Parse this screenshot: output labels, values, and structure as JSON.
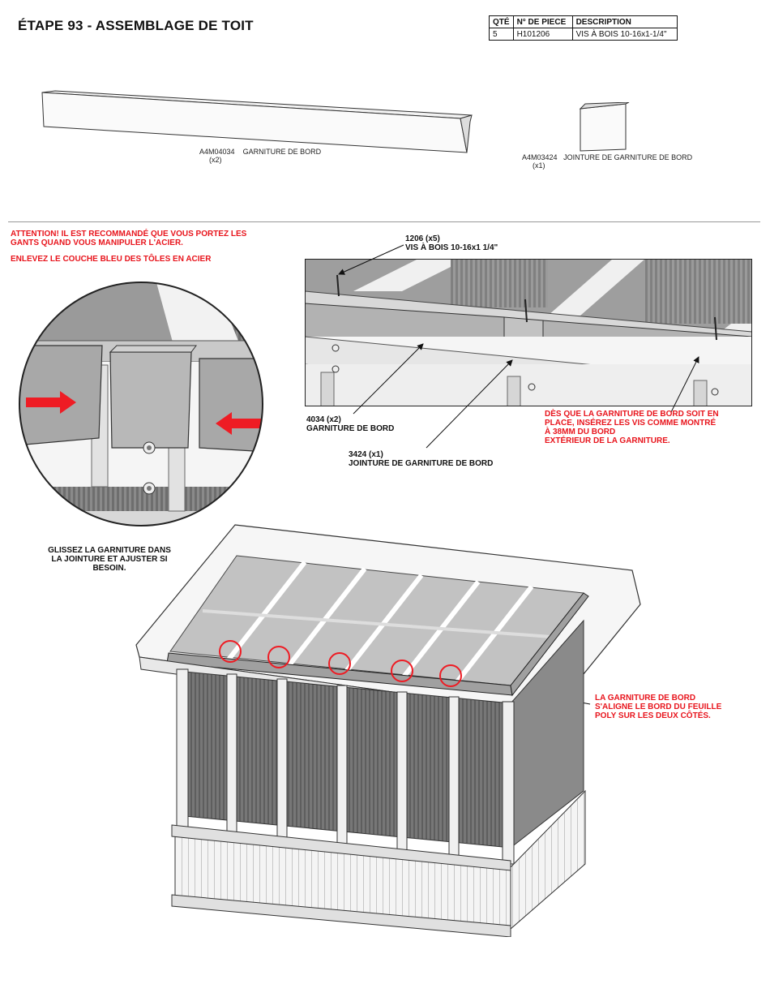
{
  "header": {
    "title": "ÉTAPE 93 - ASSEMBLAGE DE TOIT"
  },
  "parts_table": {
    "columns": [
      "QTÉ",
      "N° DE PIECE",
      "DESCRIPTION"
    ],
    "rows": [
      {
        "qty": "5",
        "part": "H101206",
        "desc": "VIS À BOIS 10-16x1-1/4\""
      }
    ]
  },
  "parts": {
    "trim": {
      "code": "A4M04034",
      "qty": "(x2)",
      "name": "GARNITURE DE BORD"
    },
    "joint": {
      "code": "A4M03424",
      "qty": "(x1)",
      "name": "JOINTURE DE GARNITURE DE BORD"
    }
  },
  "warnings": {
    "gloves_line1": "ATTENTION! IL EST RECOMMANDÉ QUE VOUS PORTEZ LES",
    "gloves_line2": "GANTS QUAND VOUS MANIPULER L'ACIER.",
    "film": "ENLEVEZ LE COUCHE BLEU DES TÔLES EN ACIER"
  },
  "callouts": {
    "screw_code": "1206 (x5)",
    "screw_name": "VIS À BOIS 10-16x1 1/4\"",
    "trim_code": "4034 (x2)",
    "trim_name": "GARNITURE DE BORD",
    "joint_code": "3424 (x1)",
    "joint_name": "JOINTURE DE GARNITURE DE BORD",
    "place_line1": "DÈS QUE LA GARNITURE DE BORD SOIT EN",
    "place_line2": "PLACE, INSÉREZ LES VIS COMME MONTRÉ",
    "place_line3": "À 38MM DU BORD",
    "place_line4": "EXTÉRIEUR DE LA GARNITURE.",
    "slide_line1": "GLISSEZ LA GARNITURE DANS",
    "slide_line2": "LA JOINTURE ET AJUSTER SI",
    "slide_line3": "BESOIN.",
    "align_line1": "LA GARNITURE DE BORD",
    "align_line2": "S'ALIGNE LE BORD DU FEUILLE",
    "align_line3": "POLY SUR LES DEUX CÔTÉS."
  },
  "colors": {
    "warning_red": "#e8141c",
    "arrow_red": "#ee1c24"
  }
}
